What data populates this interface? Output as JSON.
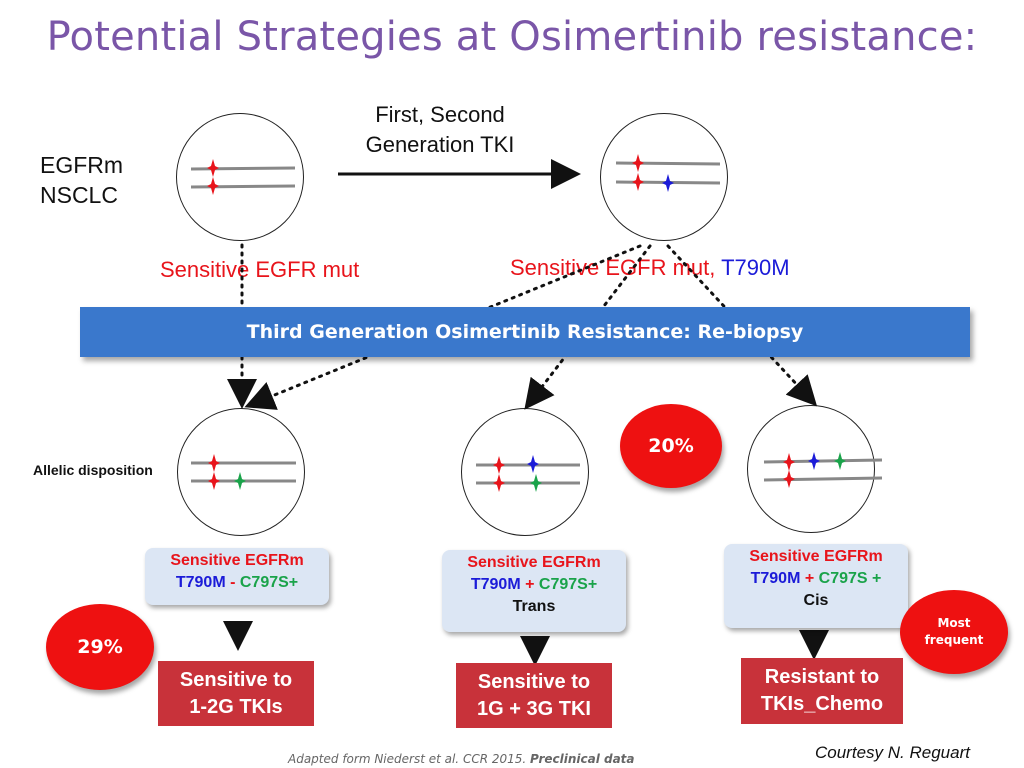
{
  "title": "Potential Strategies at Osimertinib resistance:",
  "start_label": "EGFRm\nNSCLC",
  "arrow_label": "First, Second\nGeneration TKI",
  "sensitive_label": "Sensitive EGFR mut",
  "t790m_label": {
    "prefix": "Sensitive EGFR mut, ",
    "suffix": "T790M"
  },
  "banner": "Third Generation Osimertinib Resistance: Re-biopsy",
  "allelic_label": "Allelic disposition",
  "outcomes": [
    {
      "card": {
        "line1": "Sensitive EGFRm",
        "t790m": "T790M",
        "op": "-",
        "c797s": "C797S+",
        "line3": ""
      },
      "result": "Sensitive to\n1-2G TKIs",
      "percent": "29%"
    },
    {
      "card": {
        "line1": "Sensitive EGFRm",
        "t790m": "T790M",
        "op": "+",
        "c797s": "C797S+",
        "line3": "Trans"
      },
      "result": "Sensitive to\n1G + 3G TKI",
      "percent": "20%"
    },
    {
      "card": {
        "line1": "Sensitive EGFRm",
        "t790m": "T790M",
        "op": "+",
        "c797s": "C797S +",
        "line3": "Cis"
      },
      "result": "Resistant to\nTKIs_Chemo",
      "percent": "Most\nfrequent"
    }
  ],
  "footer_prefix": "Adapted form Niederst et al. CCR 2015. ",
  "footer_bold": "Preclinical data",
  "courtesy": "Courtesy N. Reguart",
  "colors": {
    "title": "#7a56a8",
    "banner": "#3a78cc",
    "red": "#e8141b",
    "blue": "#1b1bd8",
    "green": "#1aa34a",
    "result_box": "#c8323a"
  }
}
